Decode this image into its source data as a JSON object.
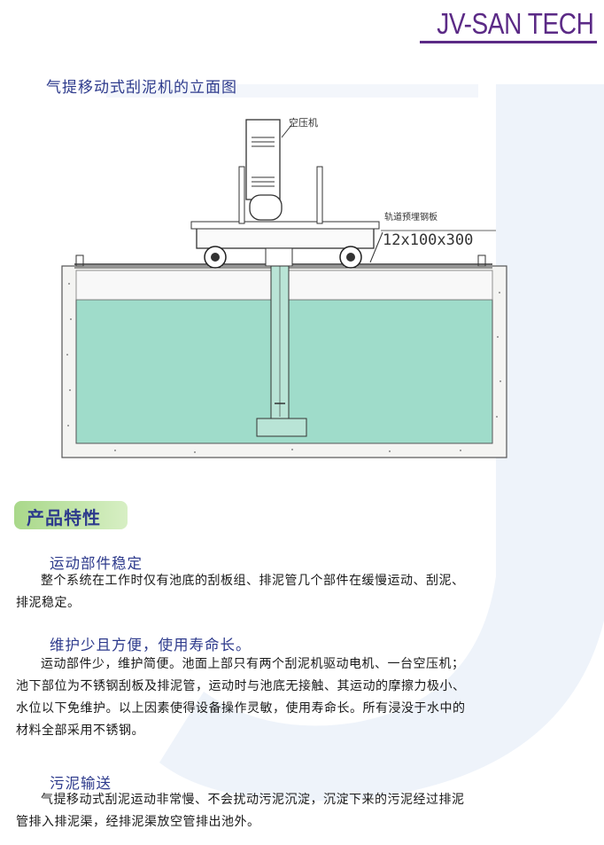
{
  "brand": {
    "logo_text": "JV-SAN TECH"
  },
  "figure": {
    "title": "气提移动式刮泥机的立面图",
    "label_compressor": "空压机",
    "label_rail_plate": "轨道预埋钢板",
    "label_rail_dim": "12x100x300"
  },
  "features": {
    "badge": "产品特性",
    "sections": [
      {
        "title": "运动部件稳定",
        "lines": [
          "整个系统在工作时仅有池底的刮板组、排泥管几个部件在缓慢运动、刮泥、",
          "排泥稳定。"
        ]
      },
      {
        "title": "维护少且方便，使用寿命长。",
        "lines": [
          "运动部件少，维护简便。池面上部只有两个刮泥机驱动电机、一台空压机；",
          "池下部位为不锈钢刮板及排泥管，运动时与池底无接触、其运动的摩擦力极小、",
          "水位以下免维护。以上因素使得设备操作灵敏，使用寿命长。所有浸没于水中的",
          "材料全部采用不锈钢。"
        ]
      },
      {
        "title": "污泥输送",
        "lines": [
          "气提移动式刮泥运动非常慢、不会扰动污泥沉淀，沉淀下来的污泥经过排泥",
          "管排入排泥渠，经排泥渠放空管排出池外。"
        ]
      }
    ]
  },
  "colors": {
    "accent": "#2d3a8c",
    "logo": "#5b2a86",
    "water": "#9fdcca",
    "badge": "#a9d88a"
  }
}
